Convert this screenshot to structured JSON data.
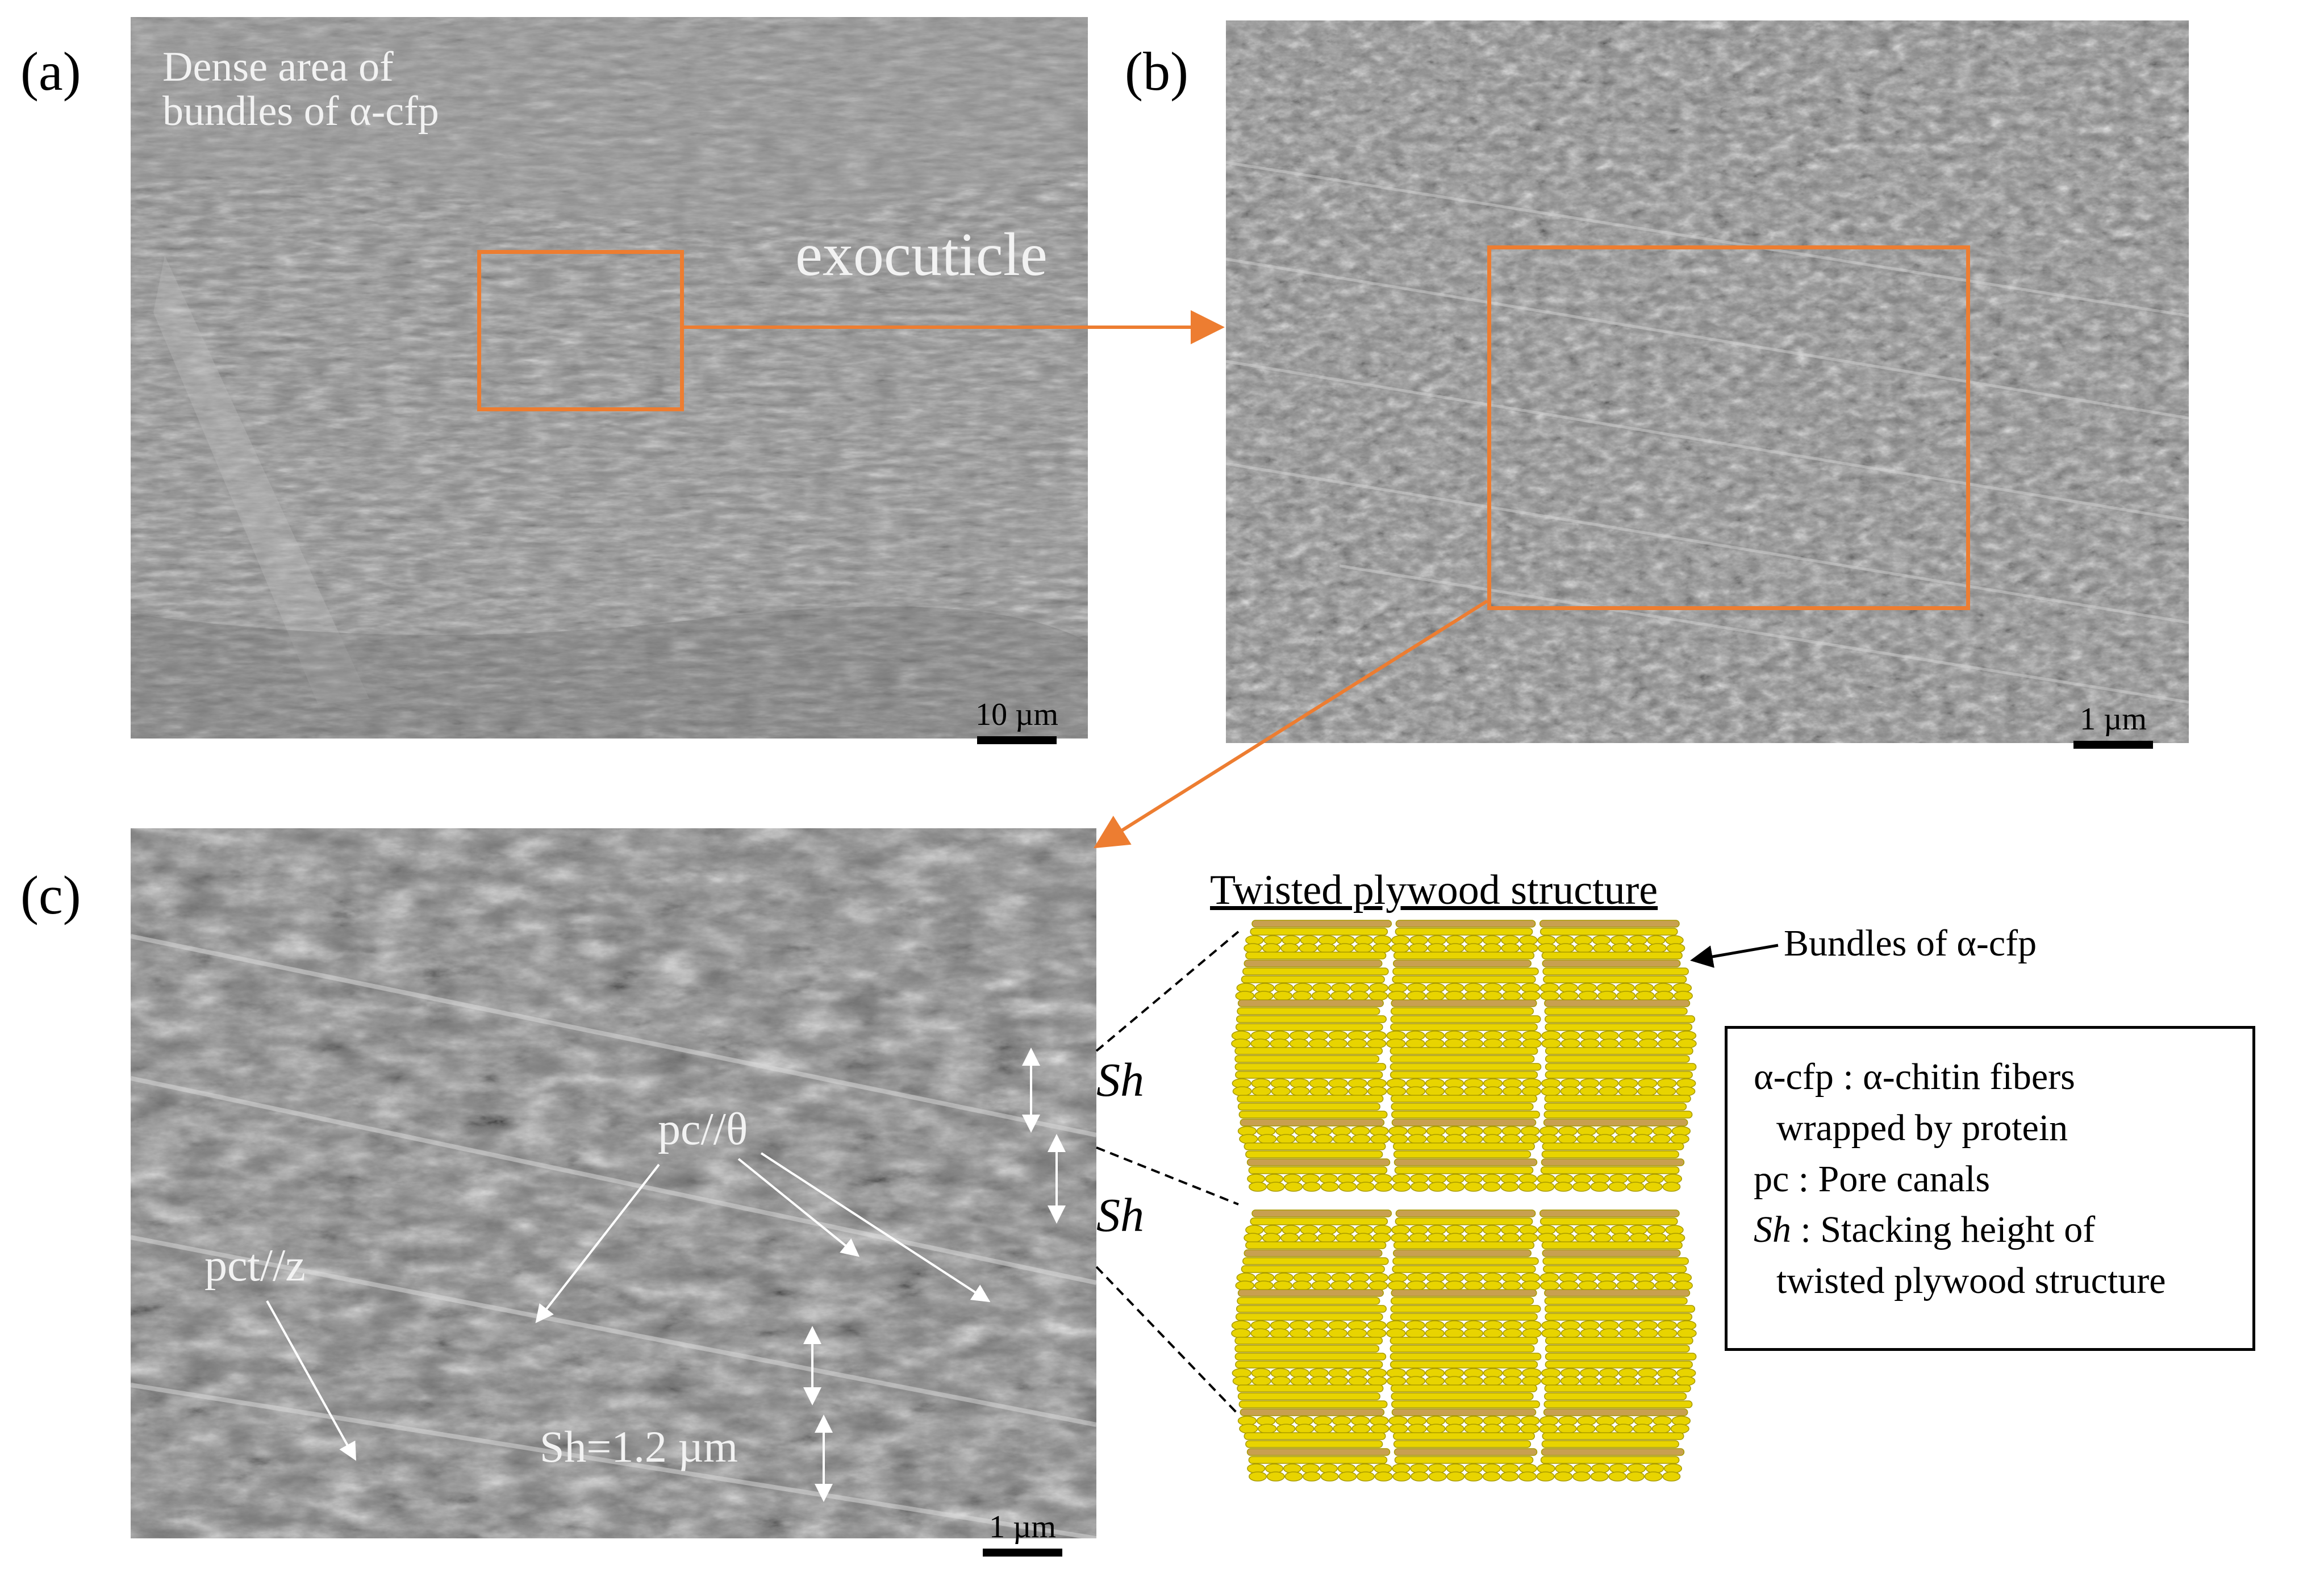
{
  "panels": {
    "a": {
      "letter": "(a)",
      "label_dense": "Dense area of bundles of α-cfp",
      "label_exo": "exocuticle",
      "scale": "10 µm"
    },
    "b": {
      "letter": "(b)",
      "scale": "1 µm"
    },
    "c": {
      "letter": "(c)",
      "scale": "1 µm",
      "ann_pc": "pc//θ",
      "ann_pct": "pct//z",
      "ann_sh_value": "Sh=1.2 µm"
    }
  },
  "diagram": {
    "title": "Twisted plywood structure",
    "bundles_label": "Bundles of α-cfp",
    "sh_label_1": "Sh",
    "sh_label_2": "Sh",
    "colors": {
      "fiber": "#e8d400",
      "fiber_dark": "#a89a00",
      "fiber_tan": "#c8a050"
    }
  },
  "legend": {
    "line1": "α-cfp : α-chitin fibers",
    "line2": "wrapped by protein",
    "line3": "pc : Pore canals",
    "line4_abbr": "Sh",
    "line4_rest": " : Stacking height of",
    "line5": "twisted plywood structure"
  },
  "colors": {
    "highlight_box": "#ed7d31",
    "arrow": "#ed7d31"
  }
}
